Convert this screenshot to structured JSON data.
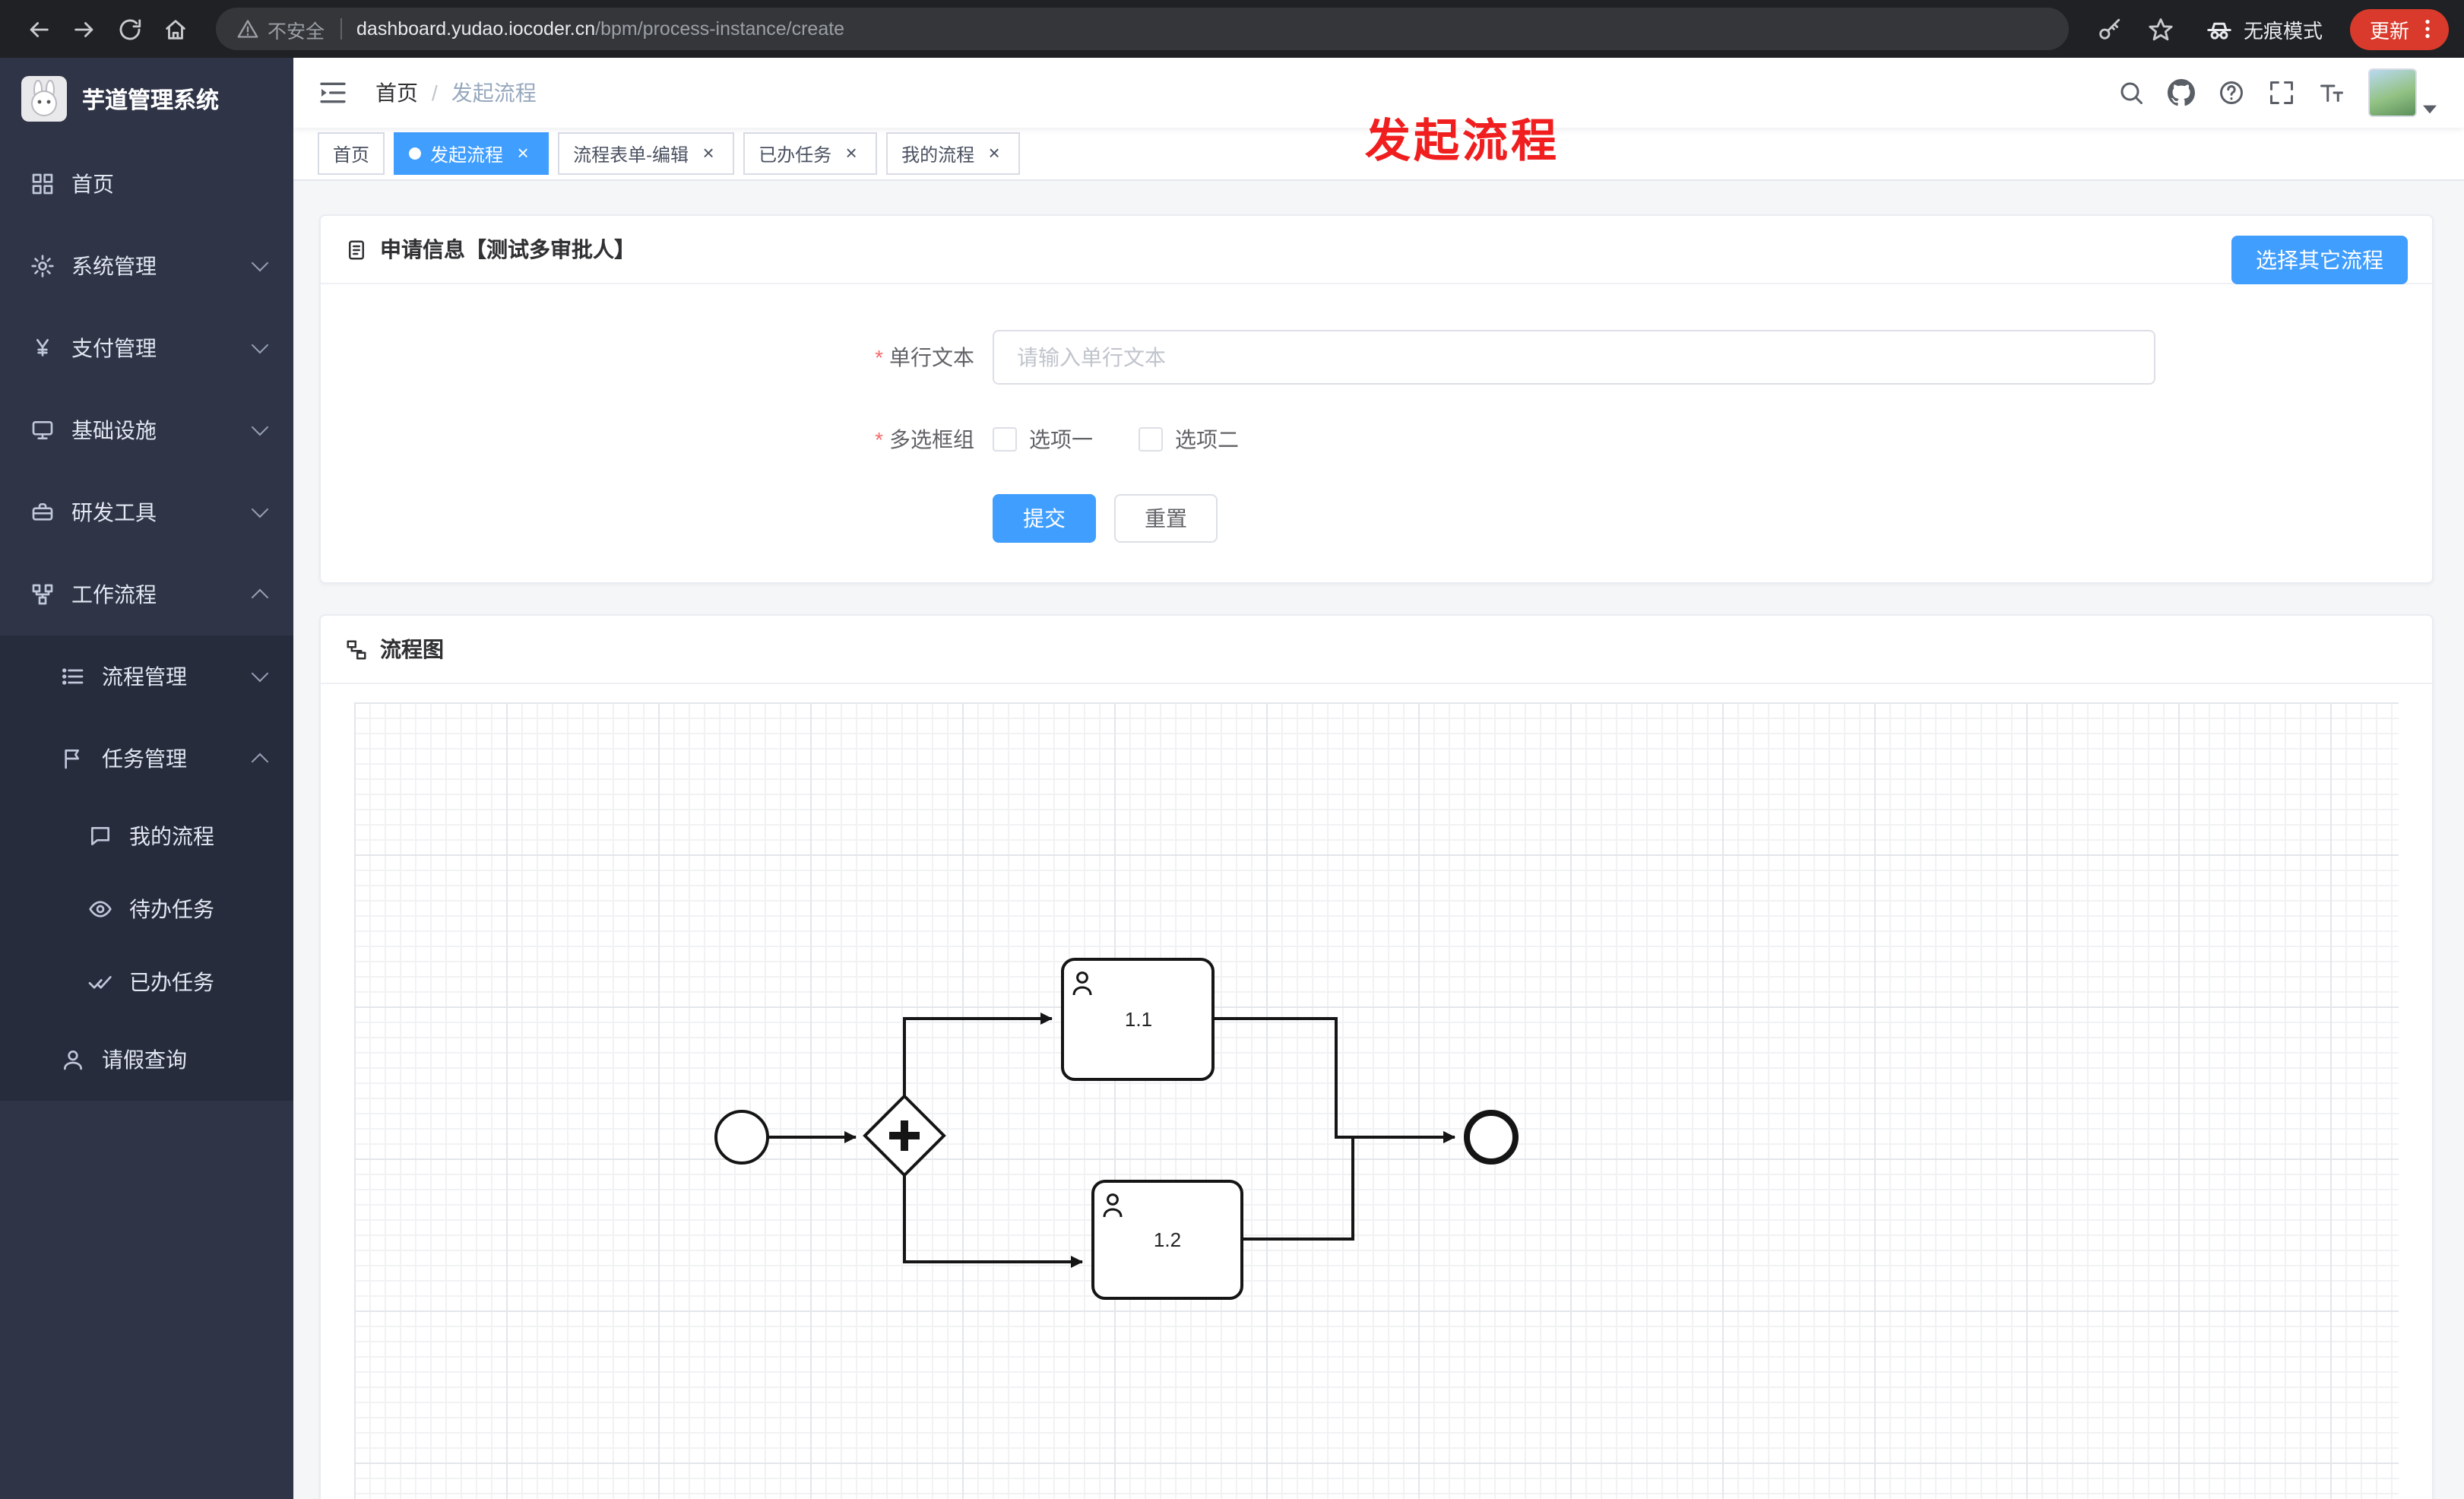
{
  "browser": {
    "security_label": "不安全",
    "url_domain": "dashboard.yudao.iocoder.cn",
    "url_path": "/bpm/process-instance/create",
    "incognito_label": "无痕模式",
    "update_label": "更新"
  },
  "sidebar": {
    "logo_title": "芋道管理系统",
    "items": [
      {
        "label": "首页"
      },
      {
        "label": "系统管理"
      },
      {
        "label": "支付管理"
      },
      {
        "label": "基础设施"
      },
      {
        "label": "研发工具"
      },
      {
        "label": "工作流程"
      }
    ],
    "workflow_children": [
      {
        "label": "流程管理"
      },
      {
        "label": "任务管理"
      }
    ],
    "task_children": [
      {
        "label": "我的流程"
      },
      {
        "label": "待办任务"
      },
      {
        "label": "已办任务"
      }
    ],
    "leave_query": {
      "label": "请假查询"
    }
  },
  "header": {
    "breadcrumb_home": "首页",
    "breadcrumb_current": "发起流程",
    "annotation": "发起流程"
  },
  "tabs": [
    {
      "label": "首页",
      "active": false,
      "closable": false
    },
    {
      "label": "发起流程",
      "active": true,
      "closable": true
    },
    {
      "label": "流程表单-编辑",
      "active": false,
      "closable": true
    },
    {
      "label": "已办任务",
      "active": false,
      "closable": true
    },
    {
      "label": "我的流程",
      "active": false,
      "closable": true
    }
  ],
  "form": {
    "card_title": "申请信息【测试多审批人】",
    "choose_other_button": "选择其它流程",
    "text_field": {
      "label": "单行文本",
      "required": true,
      "placeholder": "请输入单行文本",
      "value": ""
    },
    "checkbox_group": {
      "label": "多选框组",
      "required": true,
      "options": [
        {
          "label": "选项一",
          "checked": false
        },
        {
          "label": "选项二",
          "checked": false
        }
      ]
    },
    "submit_label": "提交",
    "reset_label": "重置"
  },
  "diagram": {
    "card_title": "流程图",
    "nodes": [
      {
        "type": "startEvent"
      },
      {
        "type": "parallelGateway"
      },
      {
        "type": "userTask",
        "label": "1.1"
      },
      {
        "type": "userTask",
        "label": "1.2"
      },
      {
        "type": "endEvent"
      }
    ]
  },
  "ui": {
    "close_glyph": "×",
    "breadcrumb_sep": "/",
    "required_mark": "*"
  },
  "colors": {
    "accent": "#409eff",
    "required_red": "#f56c6c",
    "annotation_red": "#f01e1e",
    "update_red": "#d93a2b",
    "sidebar_bg": "#2f3447"
  }
}
